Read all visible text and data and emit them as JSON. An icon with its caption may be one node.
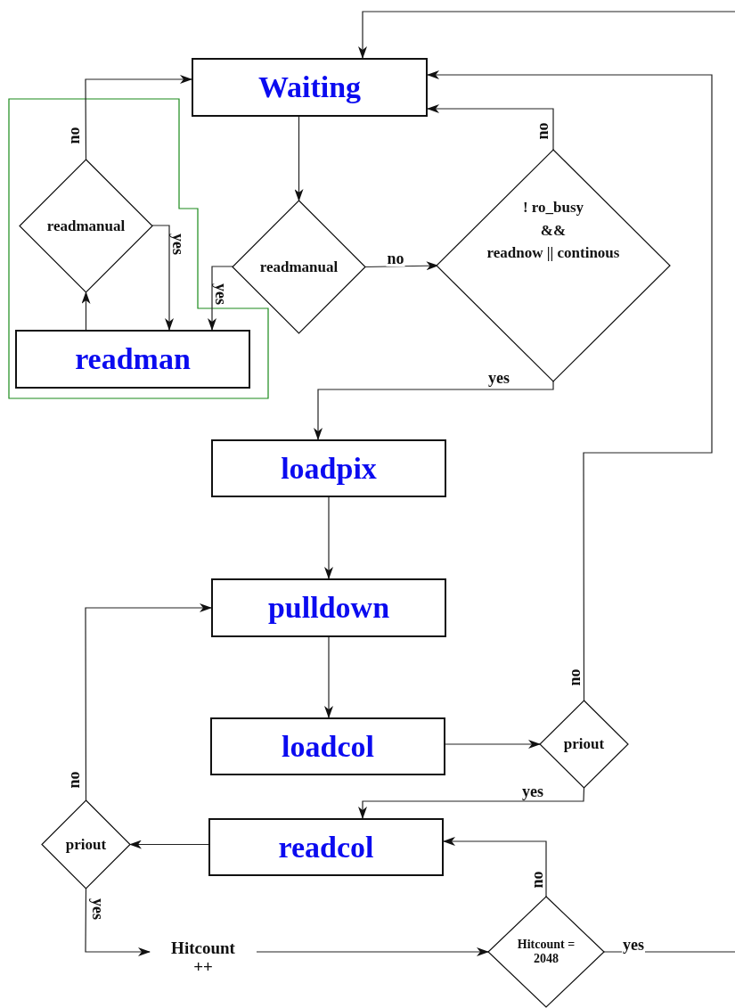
{
  "diagram": {
    "nodes": [
      {
        "text": [
          "Waiting"
        ]
      },
      {
        "text": [
          "readmanual"
        ]
      },
      {
        "text": [
          "readman"
        ]
      },
      {
        "text": [
          "readmanual"
        ]
      },
      {
        "text": [
          "! ro_busy",
          "&&",
          "readnow || continous"
        ]
      },
      {
        "text": [
          "loadpix"
        ]
      },
      {
        "text": [
          "pulldown"
        ]
      },
      {
        "text": [
          "loadcol"
        ]
      },
      {
        "text": [
          "priout"
        ]
      },
      {
        "text": [
          "readcol"
        ]
      },
      {
        "text": [
          "priout"
        ]
      },
      {
        "text": [
          "Hitcount ++"
        ]
      },
      {
        "text": [
          "Hitcount = 2048"
        ]
      }
    ],
    "edges": [
      {
        "from": null,
        "to": 0,
        "arrow": "to"
      },
      {
        "from": 1,
        "to": 0,
        "arrow": "to",
        "label": "no"
      },
      {
        "from": 1,
        "to": 2,
        "arrow": "to",
        "label": "yes"
      },
      {
        "from": 2,
        "to": 1,
        "arrow": "to"
      },
      {
        "from": 0,
        "to": 3,
        "arrow": "to"
      },
      {
        "from": 3,
        "to": 2,
        "arrow": "to",
        "label": "yes"
      },
      {
        "from": 3,
        "to": 4,
        "arrow": "to",
        "label": "no"
      },
      {
        "from": 4,
        "to": 0,
        "arrow": "to",
        "label": "no"
      },
      {
        "from": 4,
        "to": 5,
        "arrow": "to",
        "label": "yes"
      },
      {
        "from": 5,
        "to": 6,
        "arrow": "to"
      },
      {
        "from": 6,
        "to": 7,
        "arrow": "to"
      },
      {
        "from": 7,
        "to": 8,
        "arrow": "to"
      },
      {
        "from": 8,
        "to": 0,
        "arrow": "to",
        "label": "no"
      },
      {
        "from": 8,
        "to": 9,
        "arrow": "to",
        "label": "yes"
      },
      {
        "from": 9,
        "to": 10,
        "arrow": "to"
      },
      {
        "from": 10,
        "to": 6,
        "arrow": "to",
        "label": "no"
      },
      {
        "from": 10,
        "to": 11,
        "arrow": "to",
        "label": "yes"
      },
      {
        "from": 11,
        "to": 12,
        "arrow": "to"
      },
      {
        "from": 12,
        "to": 9,
        "arrow": "to",
        "label": "no"
      },
      {
        "from": 12,
        "to": null,
        "arrow": "none",
        "label": "yes"
      }
    ]
  }
}
